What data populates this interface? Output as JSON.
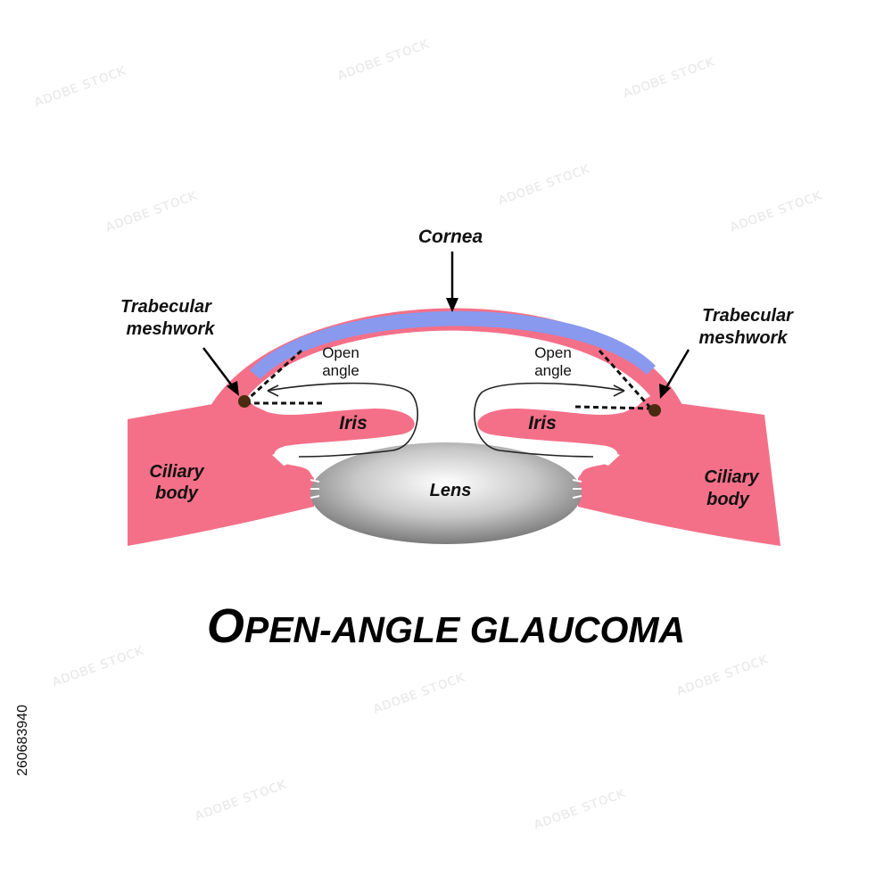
{
  "labels": {
    "cornea": "Cornea",
    "trabecular_left": [
      "Trabecular",
      "meshwork"
    ],
    "trabecular_right": [
      "Trabecular",
      "meshwork"
    ],
    "open_angle_left": [
      "Open",
      "angle"
    ],
    "open_angle_right": [
      "Open",
      "angle"
    ],
    "iris_left": "Iris",
    "iris_right": "Iris",
    "ciliary_left": [
      "Ciliary",
      "body"
    ],
    "ciliary_right": [
      "Ciliary",
      "body"
    ],
    "lens": "Lens"
  },
  "title": {
    "first_cap": "O",
    "first_rest": "PEN",
    "dash": "-",
    "second": "ANGLE GLAUCOMA"
  },
  "stock_id": "260683940",
  "colors": {
    "tissue": "#f47088",
    "cornea_band": "#8899ee",
    "lens_dark": "#8a8a8a",
    "lens_light": "#ffffff",
    "meshwork": "#4a2a10",
    "text": "#111111"
  }
}
